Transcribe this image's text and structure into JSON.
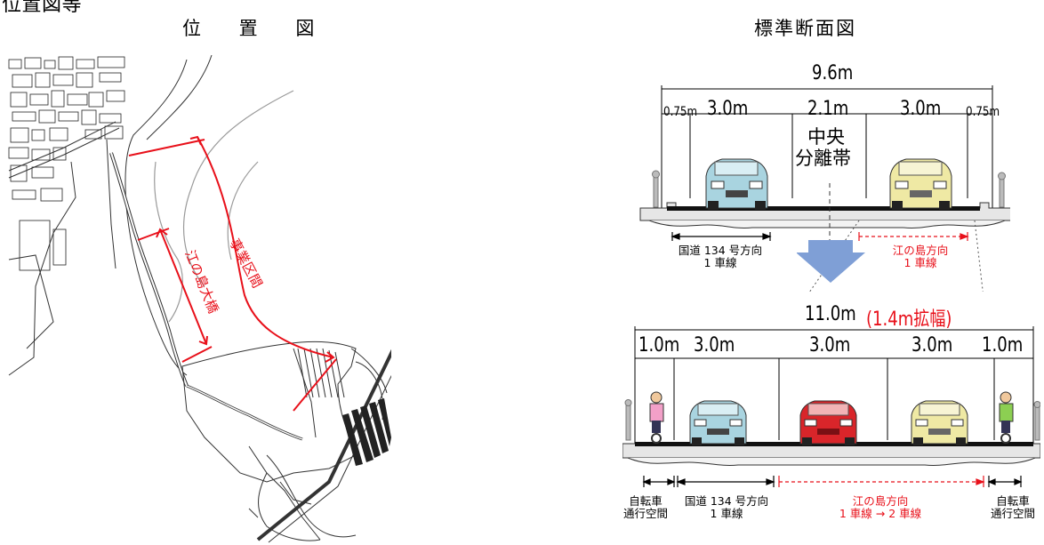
{
  "header": {
    "corner_text": "位置図等",
    "location_title": "位 置 図",
    "section_title": "標準断面図"
  },
  "map": {
    "project_section_label": "事業区間",
    "bridge_label": "江の島大橋"
  },
  "cross_section_before": {
    "total_width": "9.6m",
    "lane_widths": [
      "0.75m",
      "3.0m",
      "2.1m",
      "3.0m",
      "0.75m"
    ],
    "median_label_line1": "中央",
    "median_label_line2": "分離帯",
    "direction_left_line1": "国道 134 号方向",
    "direction_left_line2": "1 車線",
    "direction_right_line1": "江の島方向",
    "direction_right_line2": "1 車線"
  },
  "cross_section_after": {
    "total_width": "11.0m",
    "widening_note": "(1.4m拡幅)",
    "lane_widths": [
      "1.0m",
      "3.0m",
      "3.0m",
      "3.0m",
      "1.0m"
    ],
    "bike_left_line1": "自転車",
    "bike_left_line2": "通行空間",
    "direction_left_line1": "国道 134 号方向",
    "direction_left_line2": "1 車線",
    "direction_right_line1": "江の島方向",
    "direction_right_line2": "1 車線 → 2 車線",
    "bike_right_line1": "自転車",
    "bike_right_line2": "通行空間"
  },
  "colors": {
    "accent_red": "#e8101a",
    "arrow_blue": "#7f9fd6",
    "car_blue": "#a9d4e0",
    "car_red": "#d9252a",
    "car_yellow": "#efe9a4"
  }
}
